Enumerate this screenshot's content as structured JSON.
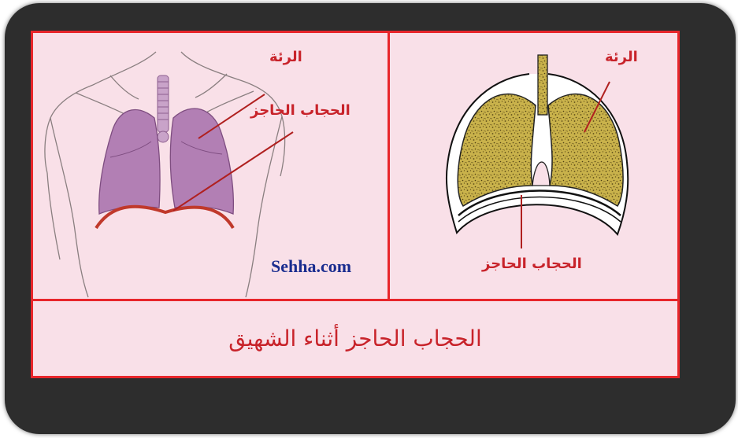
{
  "left_panel": {
    "lung_label": "الرئة",
    "diaphragm_label": "الحجاب الحاجز",
    "watermark": "Sehha.com"
  },
  "right_panel": {
    "lung_label": "الرئة",
    "diaphragm_label": "الحجاب الحاجز"
  },
  "caption": "الحجاب الحاجز أثناء الشهيق",
  "colors": {
    "frame": "#2d2d2d",
    "card_background": "#f9e0e8",
    "border_red": "#e8262b",
    "label_red": "#c8232a",
    "watermark_blue": "#1a2d8f",
    "lung_purple": "#b27fb4",
    "lung_yellow": "#c7b04a"
  }
}
